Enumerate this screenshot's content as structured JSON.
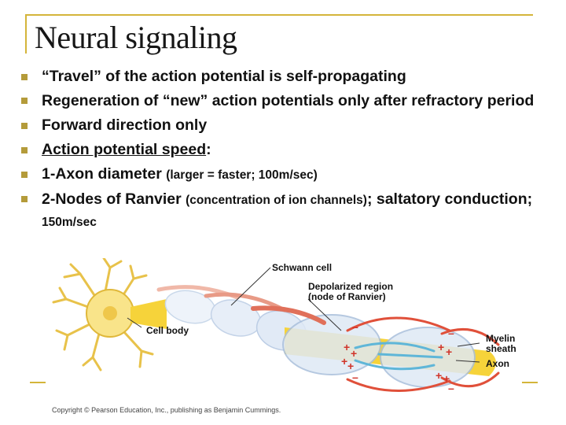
{
  "slide": {
    "title": "Neural signaling",
    "bullets": [
      {
        "text": "“Travel” of the action potential is self-propagating"
      },
      {
        "text": "Regeneration of “new” action potentials only after refractory period"
      },
      {
        "text": "Forward direction only"
      },
      {
        "text_underlined": "Action potential speed",
        "text_after": ":"
      },
      {
        "main": "1-Axon diameter ",
        "small": "(larger = faster; 100m/sec)"
      },
      {
        "main": "2-Nodes of Ranvier ",
        "small": "(concentration of ion channels)",
        "main2": "; saltatory conduction; ",
        "small2": "150m/sec"
      }
    ]
  },
  "figure": {
    "labels": {
      "schwann_cell": "Schwann cell",
      "depolarized_region": "Depolarized region",
      "node_of_ranvier": "(node of Ranvier)",
      "cell_body": "Cell body",
      "myelin": "Myelin",
      "sheath": "sheath",
      "axon": "Axon"
    },
    "charges": {
      "plus": "+",
      "minus": "–"
    },
    "colors": {
      "axon_yellow": "#f6d33a",
      "myelin_blue": "#dfe9f5",
      "arrow_blue": "#5fb6d8",
      "arrow_red": "#e0503a",
      "cell_body": "#f9e48a"
    },
    "credit": "Copyright © Pearson Education, Inc., publishing as Benjamin Cummings."
  }
}
